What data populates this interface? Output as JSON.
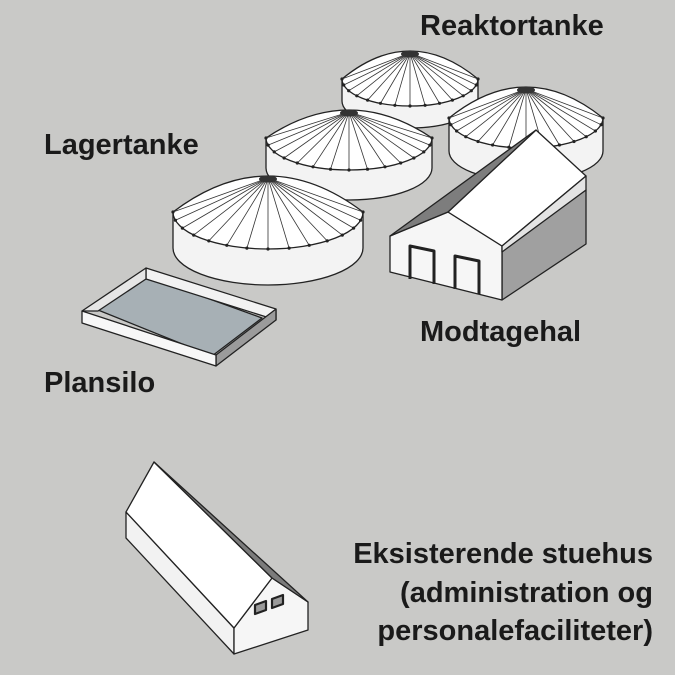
{
  "labels": {
    "reactor_tanks": "Reaktortanke",
    "storage_tanks": "Lagertanke",
    "reception_hall": "Modtagehal",
    "bunker_silo": "Plansilo",
    "farmhouse_line1": "Eksisterende stuehus",
    "farmhouse_line2": "(administration og",
    "farmhouse_line3": "personalefaciliteter)"
  },
  "colors": {
    "background": "#c9c9c7",
    "wall": "#f4f4f4",
    "roof": "#ffffff",
    "shade": "#9a9a9a",
    "silo_floor": "#a7b0b5",
    "line": "#222222"
  }
}
